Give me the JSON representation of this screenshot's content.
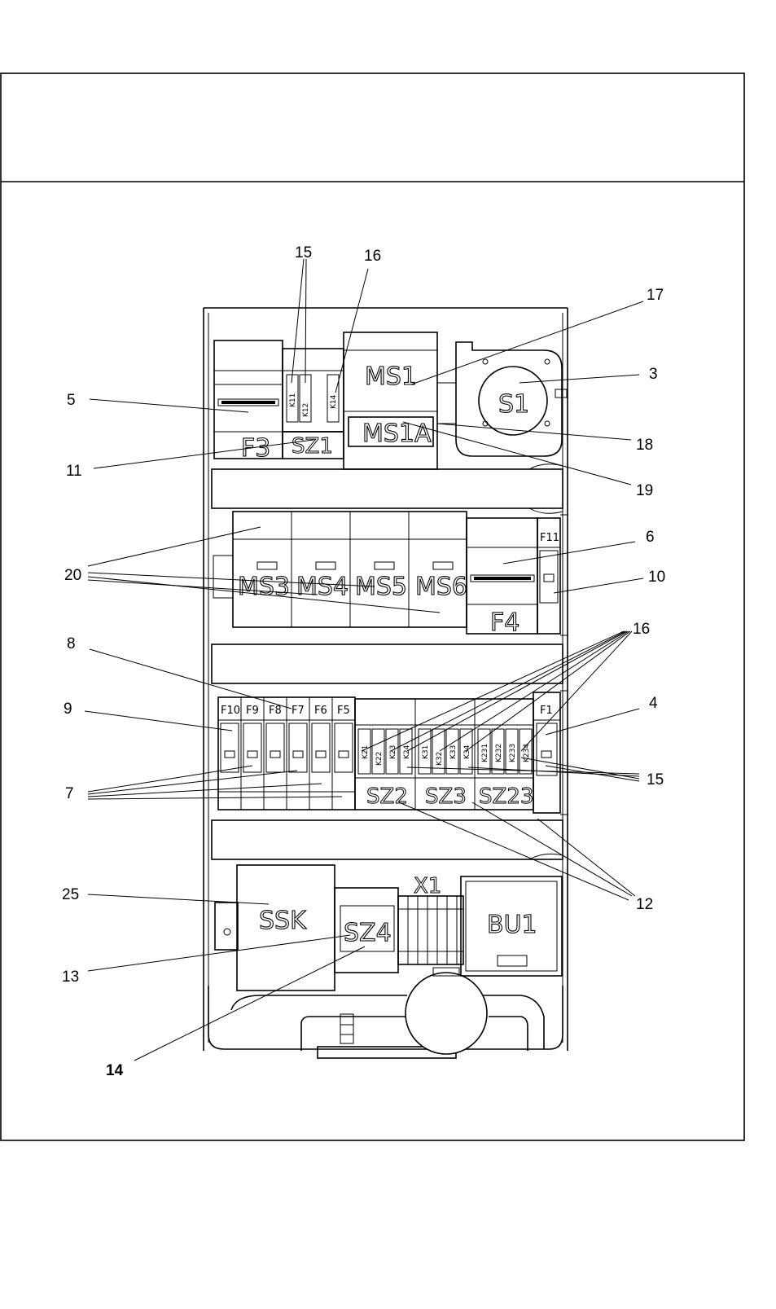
{
  "devices": {
    "ms1": "MS1",
    "ms1a": "MS1A",
    "s1": "S1",
    "f3": "F3",
    "sz1": "SZ1",
    "ms3": "MS3",
    "ms4": "MS4",
    "ms5": "MS5",
    "ms6": "MS6",
    "f4": "F4",
    "f11": "F11",
    "f10": "F10",
    "f9": "F9",
    "f8": "F8",
    "f7": "F7",
    "f6": "F6",
    "f5": "F5",
    "f1": "F1",
    "sz2": "SZ2",
    "sz3": "SZ3",
    "sz23": "SZ23",
    "ssk": "SSK",
    "sz4": "SZ4",
    "x1": "X1",
    "bu1": "BU1"
  },
  "relays_top": [
    "K11",
    "K12",
    "K14"
  ],
  "relays_row": [
    "K21",
    "K22",
    "K23",
    "K24",
    "K31",
    "K32",
    "K33",
    "K34",
    "K231",
    "K232",
    "K233",
    "K234"
  ],
  "callouts": {
    "c15a": "15",
    "c16a": "16",
    "c17": "17",
    "c3": "3",
    "c5": "5",
    "c18": "18",
    "c11": "11",
    "c19": "19",
    "c6": "6",
    "c20": "20",
    "c10": "10",
    "c8": "8",
    "c16b": "16",
    "c9": "9",
    "c4": "4",
    "c7": "7",
    "c15b": "15",
    "c12": "12",
    "c25": "25",
    "c13": "13",
    "c14": "14"
  }
}
